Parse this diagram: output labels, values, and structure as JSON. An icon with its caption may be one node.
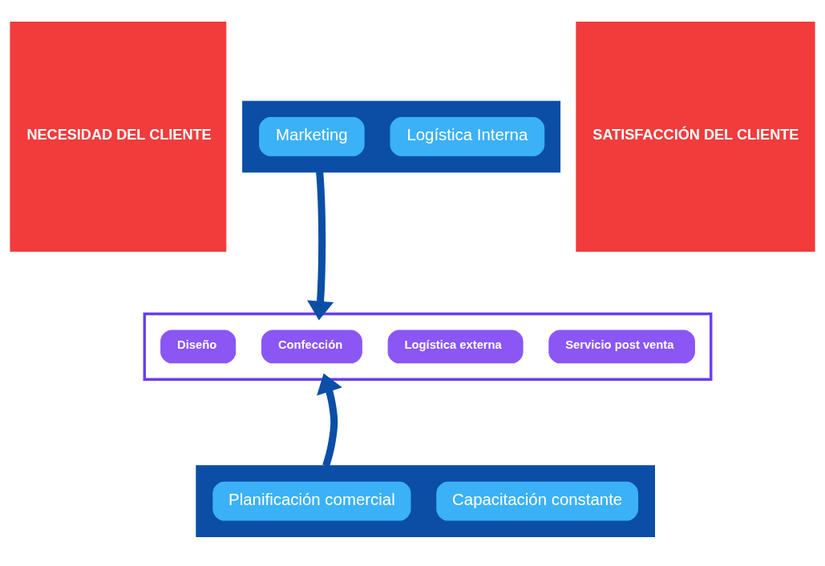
{
  "diagram": {
    "nodes": [
      {
        "text": [
          "NECESIDAD DEL CLIENTE"
        ]
      },
      {
        "text": [],
        "shape": "box"
      },
      {
        "text": [
          "Marketing"
        ],
        "in": 1
      },
      {
        "text": [
          "Logística Interna"
        ],
        "in": 1
      },
      {
        "text": [],
        "shape": "arrow"
      },
      {
        "text": [
          "Diseño"
        ],
        "in": 4
      },
      {
        "text": [
          "Confección"
        ],
        "in": 4
      },
      {
        "text": [
          "Logística externa"
        ],
        "in": 4
      },
      {
        "text": [
          "Servicio post venta"
        ],
        "in": 4
      },
      {
        "text": [],
        "shape": "box"
      },
      {
        "text": [
          "Planificación comercial"
        ],
        "in": 9
      },
      {
        "text": [
          "Capacitación constante"
        ],
        "in": 9
      },
      {
        "text": [
          "SATISFACCIÓN DEL CLIENTE"
        ]
      }
    ],
    "edges": [
      {
        "from": 1,
        "to": 4,
        "arrow": "to"
      },
      {
        "from": 9,
        "to": 4,
        "arrow": "to"
      }
    ]
  }
}
